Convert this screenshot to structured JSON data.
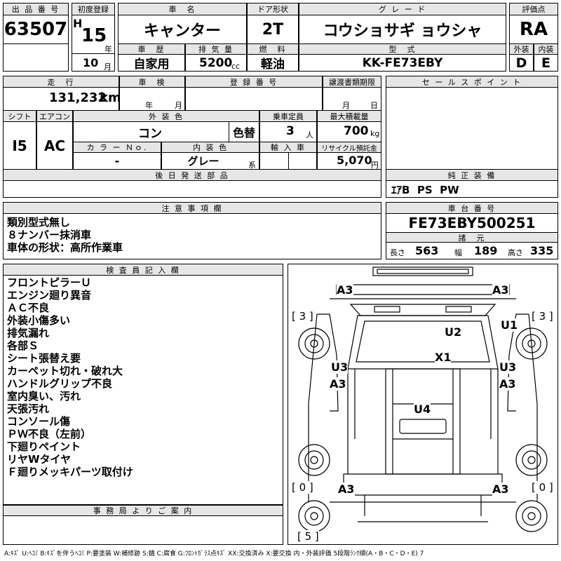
{
  "row1": {
    "lot_label": "出 品 番 号",
    "lot_no": "63507",
    "reg_label": "初度登録",
    "era": "H",
    "year": "15",
    "year_unit": "年",
    "name_label": "車　名",
    "name": "キャンター",
    "door_label": "ドア形状",
    "door": "2T",
    "grade_label": "グ レ ー ド",
    "grade": "コウショサギ ョウシャ",
    "score_label": "評価点",
    "score": "RA"
  },
  "row2": {
    "month": "10",
    "month_unit": "月",
    "history_label": "車　歴",
    "history": "自家用",
    "disp_label": "排 気 量",
    "disp": "5200",
    "disp_unit": "cc",
    "fuel_label": "燃　料",
    "fuel": "軽油",
    "model_label": "型　式",
    "model": "KK-FE73EBY",
    "ext_label": "外装",
    "ext": "D",
    "int_label": "内装",
    "int": "E"
  },
  "row3": {
    "mileage_label": "走　行",
    "mileage": "131,232",
    "mileage_unit": "km",
    "inspect_label": "車　検",
    "year_unit": "年",
    "month_unit": "月",
    "plate_label": "登 録 番 号",
    "transfer_label": "譲渡書類期限",
    "month_unit2": "月",
    "day_unit": "日",
    "sales_label": "セ ー ル ス ポ イ ン ト"
  },
  "row4": {
    "shift_label": "シフト",
    "shift": "I5",
    "ac_label": "エアコン",
    "ac": "AC",
    "color_label": "外 装 色",
    "color": "コン",
    "color_change": "色替",
    "capacity_label": "乗車定員",
    "capacity": "3",
    "capacity_unit": "人",
    "load_label": "最大積載量",
    "load": "700",
    "load_unit": "kg",
    "colorno_label": "カ ラ ー Ｎｏ.",
    "colorno": "-",
    "intcolor_label": "内 装 色",
    "intcolor": "グレー",
    "intcolor_unit": "系",
    "import_label": "輸 入 車",
    "recycle_label": "リサイクル預託金",
    "recycle": "5,070",
    "recycle_unit": "円"
  },
  "row5": {
    "later_label": "後 日 発 送 部 品",
    "equip_label": "純 正 装 備",
    "equip": "ｴｱB  PS  PW"
  },
  "notes": {
    "label": "注 意 事 項 欄",
    "lines": [
      "類別型式無し",
      "８ナンバー抹消車",
      "車体の形状：高所作業車"
    ]
  },
  "chassis": {
    "label": "車 台 番 号",
    "number": "FE73EBY500251",
    "dims_label": "諸　元",
    "length_label": "長さ",
    "length": "563",
    "width_label": "幅",
    "width": "189",
    "height_label": "高さ",
    "height": "335"
  },
  "inspector": {
    "label": "検 査 員 記 入 欄",
    "lines": [
      "フロントピラーＵ",
      "エンジン廻り異音",
      "ＡＣ不良",
      "外装小傷多い",
      "排気漏れ",
      "各部Ｓ",
      "シート張替え要",
      "カーペット切れ・破れ大",
      "ハンドルグリップ不良",
      "室内臭い、汚れ",
      "天張汚れ",
      "コンソール傷",
      "ＰＷ不良（左前）",
      "下廻りペイント",
      "リヤWタイヤ",
      "Ｆ廻りメッキパーツ取付け"
    ]
  },
  "office": {
    "label": "事 務 局 よ り ご 案 内"
  },
  "legend": "A:ｷｽﾞ  U:ﾍｺﾐ  B:ｷｽﾞを伴うﾍｺﾐ  P:要塗装  W:補修跡  S:錆  C:腐食  G:ﾌﾛﾝﾄｶﾞﾗｽ点ｷｽﾞ  XX:交換済み  X:要交換   内・外装評価  5段階ﾗﾝｸ順(A・B・C・D・E) 7",
  "diagram": {
    "marks": [
      "A3",
      "A3",
      "U2",
      "U1",
      "X1",
      "U3",
      "U3",
      "A3",
      "A3",
      "U4",
      "A3",
      "A3"
    ],
    "tires": [
      "[ 3 ]",
      "[ 3 ]",
      "[ 0 ]",
      "[ 0 ]",
      "[ 5 ]"
    ]
  }
}
